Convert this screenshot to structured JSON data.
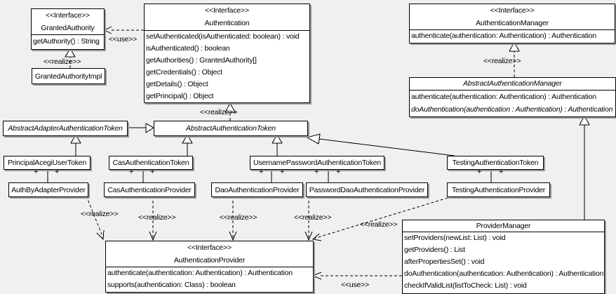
{
  "canvas": {
    "background": "#f0f0f0",
    "box_fill": "#ffffff",
    "line_color": "#000000",
    "shadow_color": "#9a9a9a"
  },
  "classes": {
    "granted_authority": {
      "stereotype": "<<Interface>>",
      "name": "GrantedAuthority",
      "methods": [
        "getAuthority() : String"
      ]
    },
    "granted_authority_impl": {
      "name": "GrantedAuthorityImpl"
    },
    "authentication": {
      "stereotype": "<<Interface>>",
      "name": "Authentication",
      "methods": [
        "setAuthenticated(isAuthenticated: boolean) : void",
        "isAuthenticated() : boolean",
        "getAuthorities() : GrantedAuthority[]",
        "getCredentials() : Object",
        "getDetails() : Object",
        "getPrincipal() : Object"
      ]
    },
    "authentication_manager": {
      "stereotype": "<<Interface>>",
      "name": "AuthenticationManager",
      "methods": [
        "authenticate(authentication: Authentication) : Authentication"
      ]
    },
    "abstract_authentication_manager": {
      "name": "AbstractAuthenticationManager",
      "methods": [
        "authenticate(authentication: Authentication) : Authentication",
        "doAuthentication(authentication : Authentication) : Authentication"
      ]
    },
    "abstract_adapter_authentication_token": {
      "name": "AbstractAdapterAuthenticationToken"
    },
    "abstract_authentication_token": {
      "name": "AbstractAuthenticationToken"
    },
    "principal_acegi_user_token": {
      "name": "PrincipalAcegiUserToken"
    },
    "cas_authentication_token": {
      "name": "CasAuthenticationToken"
    },
    "username_password_authentication_token": {
      "name": "UsernamePasswordAuthenticationToken"
    },
    "testing_authentication_token": {
      "name": "TestingAuthenticationToken"
    },
    "auth_by_adapter_provider": {
      "name": "AuthByAdapterProvider"
    },
    "cas_authentication_provider": {
      "name": "CasAuthenticationProvider"
    },
    "dao_authentication_provider": {
      "name": "DaoAuthenticationProvider"
    },
    "password_dao_authentication_provider": {
      "name": "PasswordDaoAuthenticationProvider"
    },
    "testing_authentication_provider": {
      "name": "TestingAuthenticationProvider"
    },
    "authentication_provider": {
      "stereotype": "<<Interface>>",
      "name": "AuthenticationProvider",
      "methods": [
        "authenticate(authentication: Authentication) : Authentication",
        "supports(authentication: Class) : boolean"
      ]
    },
    "provider_manager": {
      "name": "ProviderManager",
      "methods": [
        "setProviders(newList: List) : void",
        "getProviders() : List",
        "afterPropertiesSet() : void",
        "doAuthentication(authentication: Authentication) : Authentication",
        "checkIfValidList(listToCheck: List) : void"
      ]
    }
  },
  "edge_labels": {
    "use": "<<use>>",
    "realize": "<<realize>>",
    "plus": "+"
  }
}
